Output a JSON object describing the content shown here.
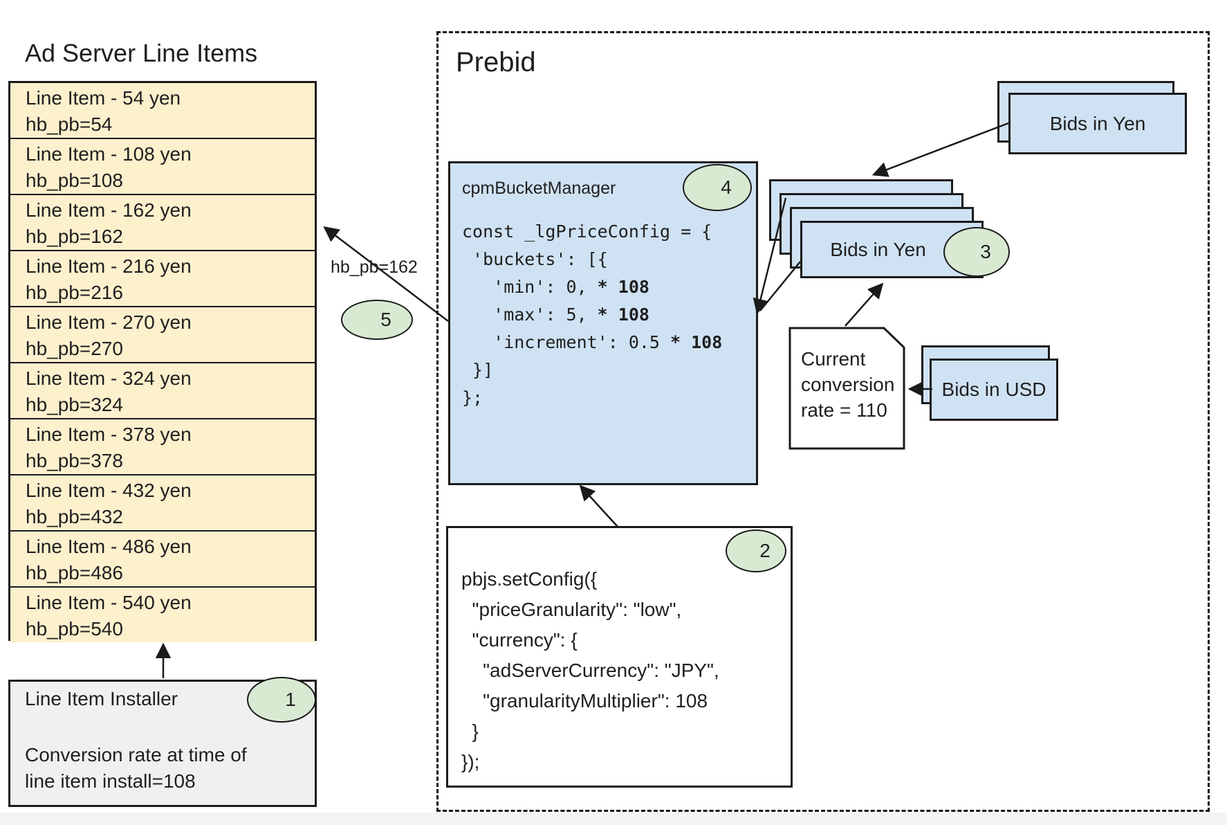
{
  "colors": {
    "card_blue": "#cfe2f3",
    "row_yellow": "#fcf0cd",
    "badge_green": "#d9ead3",
    "installer_grey": "#f0f0f0",
    "border": "#1a1a1a"
  },
  "ad_server": {
    "title": "Ad Server Line Items",
    "line_items": [
      {
        "label": "Line Item - 54 yen",
        "kv": "hb_pb=54"
      },
      {
        "label": "Line Item - 108 yen",
        "kv": "hb_pb=108"
      },
      {
        "label": "Line Item - 162 yen",
        "kv": "hb_pb=162"
      },
      {
        "label": "Line Item - 216 yen",
        "kv": "hb_pb=216"
      },
      {
        "label": "Line Item - 270 yen",
        "kv": "hb_pb=270"
      },
      {
        "label": "Line Item - 324 yen",
        "kv": "hb_pb=324"
      },
      {
        "label": "Line Item - 378 yen",
        "kv": "hb_pb=378"
      },
      {
        "label": "Line Item - 432 yen",
        "kv": "hb_pb=432"
      },
      {
        "label": "Line Item - 486 yen",
        "kv": "hb_pb=486"
      },
      {
        "label": "Line Item - 540 yen",
        "kv": "hb_pb=540"
      }
    ],
    "installer": {
      "title": "Line Item Installer",
      "badge": "1",
      "body": [
        "Conversion rate at time of",
        "line item install=108"
      ]
    }
  },
  "prebid": {
    "title": "Prebid",
    "hb_pb_label": "hb_pb=162",
    "badge_5": "5",
    "cpm_bucket_manager": {
      "label": "cpmBucketManager",
      "badge": "4",
      "code": [
        {
          "text": "const _lgPriceConfig = {"
        },
        {
          "text": " 'buckets': [{"
        },
        {
          "text": "   'min': 0, ",
          "bold": "* 108"
        },
        {
          "text": "   'max': 5, ",
          "bold": "* 108"
        },
        {
          "text": "   'increment': 0.5 ",
          "bold": "* 108"
        },
        {
          "text": " }]"
        },
        {
          "text": "};"
        }
      ]
    },
    "set_config": {
      "badge": "2",
      "code": [
        "pbjs.setConfig({",
        "  \"priceGranularity\": \"low\",",
        "  \"currency\": {",
        "    \"adServerCurrency\": \"JPY\",",
        "    \"granularityMultiplier\": 108",
        "  }",
        "});"
      ]
    },
    "bids_yen_top": {
      "label": "Bids in Yen"
    },
    "bids_yen_stack": {
      "label": "Bids in Yen",
      "badge": "3"
    },
    "conversion_note": {
      "lines": [
        "Current",
        "conversion",
        "rate = 110"
      ]
    },
    "bids_usd": {
      "label": "Bids in USD"
    }
  }
}
